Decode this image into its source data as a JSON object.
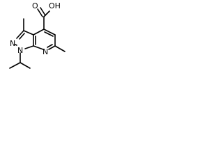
{
  "molecule": {
    "atoms": {
      "carboxyl_oxygen": "O",
      "hydroxyl": "OH",
      "pyrazole_n1": "N",
      "pyrazole_n2": "N",
      "pyridine_n": "N"
    },
    "colors": {
      "bond": "#000000",
      "text": "#000000",
      "background": "#ffffff"
    }
  }
}
